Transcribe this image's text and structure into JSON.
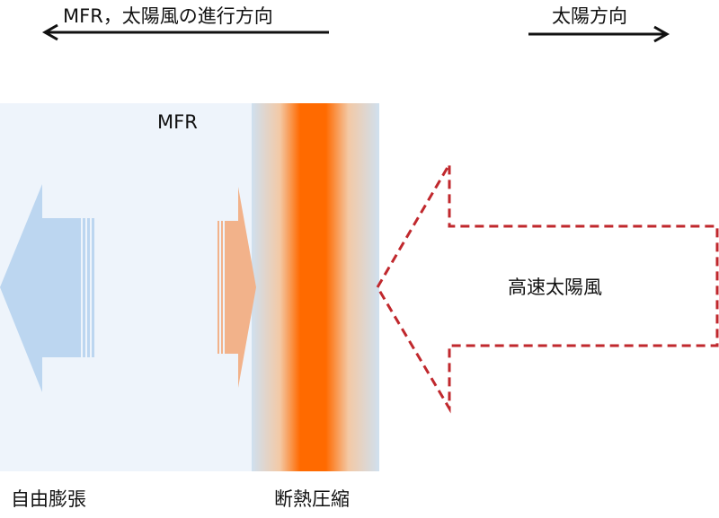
{
  "labels": {
    "mfr_direction": "MFR，太陽風の進行方向",
    "sun_direction": "太陽方向",
    "mfr": "MFR",
    "fast_solar_wind": "高速太陽風",
    "free_expansion": "自由膨張",
    "adiabatic_compression": "断熱圧縮"
  },
  "colors": {
    "mfr_region": "#eef4fb",
    "compression_band_edge": "#cfe0ef",
    "compression_band_core": "#ff6a00",
    "expansion_arrow": "#bcd6f0",
    "compression_arrow": "#f2b28a",
    "solar_wind_outline": "#c0282d",
    "direction_arrows": "#111111"
  },
  "icons": {
    "direction_arrows": "long-arrow-icon",
    "expansion": "blue-left-arrow-icon",
    "compression": "orange-right-arrow-icon",
    "solar_wind": "dashed-left-arrow-icon"
  }
}
